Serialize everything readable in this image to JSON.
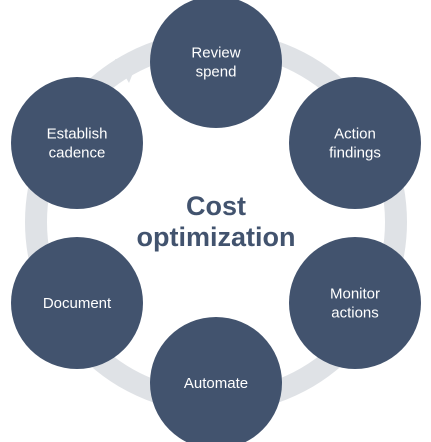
{
  "colors": {
    "circle_fill": "#42536e",
    "ring": "#dfe2e6",
    "text_on_circle": "#ffffff",
    "center_text": "#42536e",
    "background": "#ffffff"
  },
  "center": {
    "line1": "Cost",
    "line2": "optimization"
  },
  "cycle": {
    "direction": "clockwise",
    "arrow_icon": "clockwise-arrow"
  },
  "steps": [
    {
      "id": "review-spend",
      "lines": [
        "Review",
        "spend"
      ]
    },
    {
      "id": "action-findings",
      "lines": [
        "Action",
        "findings"
      ]
    },
    {
      "id": "monitor-actions",
      "lines": [
        "Monitor",
        "actions"
      ]
    },
    {
      "id": "automate",
      "lines": [
        "Automate"
      ]
    },
    {
      "id": "document",
      "lines": [
        "Document"
      ]
    },
    {
      "id": "establish-cadence",
      "lines": [
        "Establish",
        "cadence"
      ]
    }
  ]
}
